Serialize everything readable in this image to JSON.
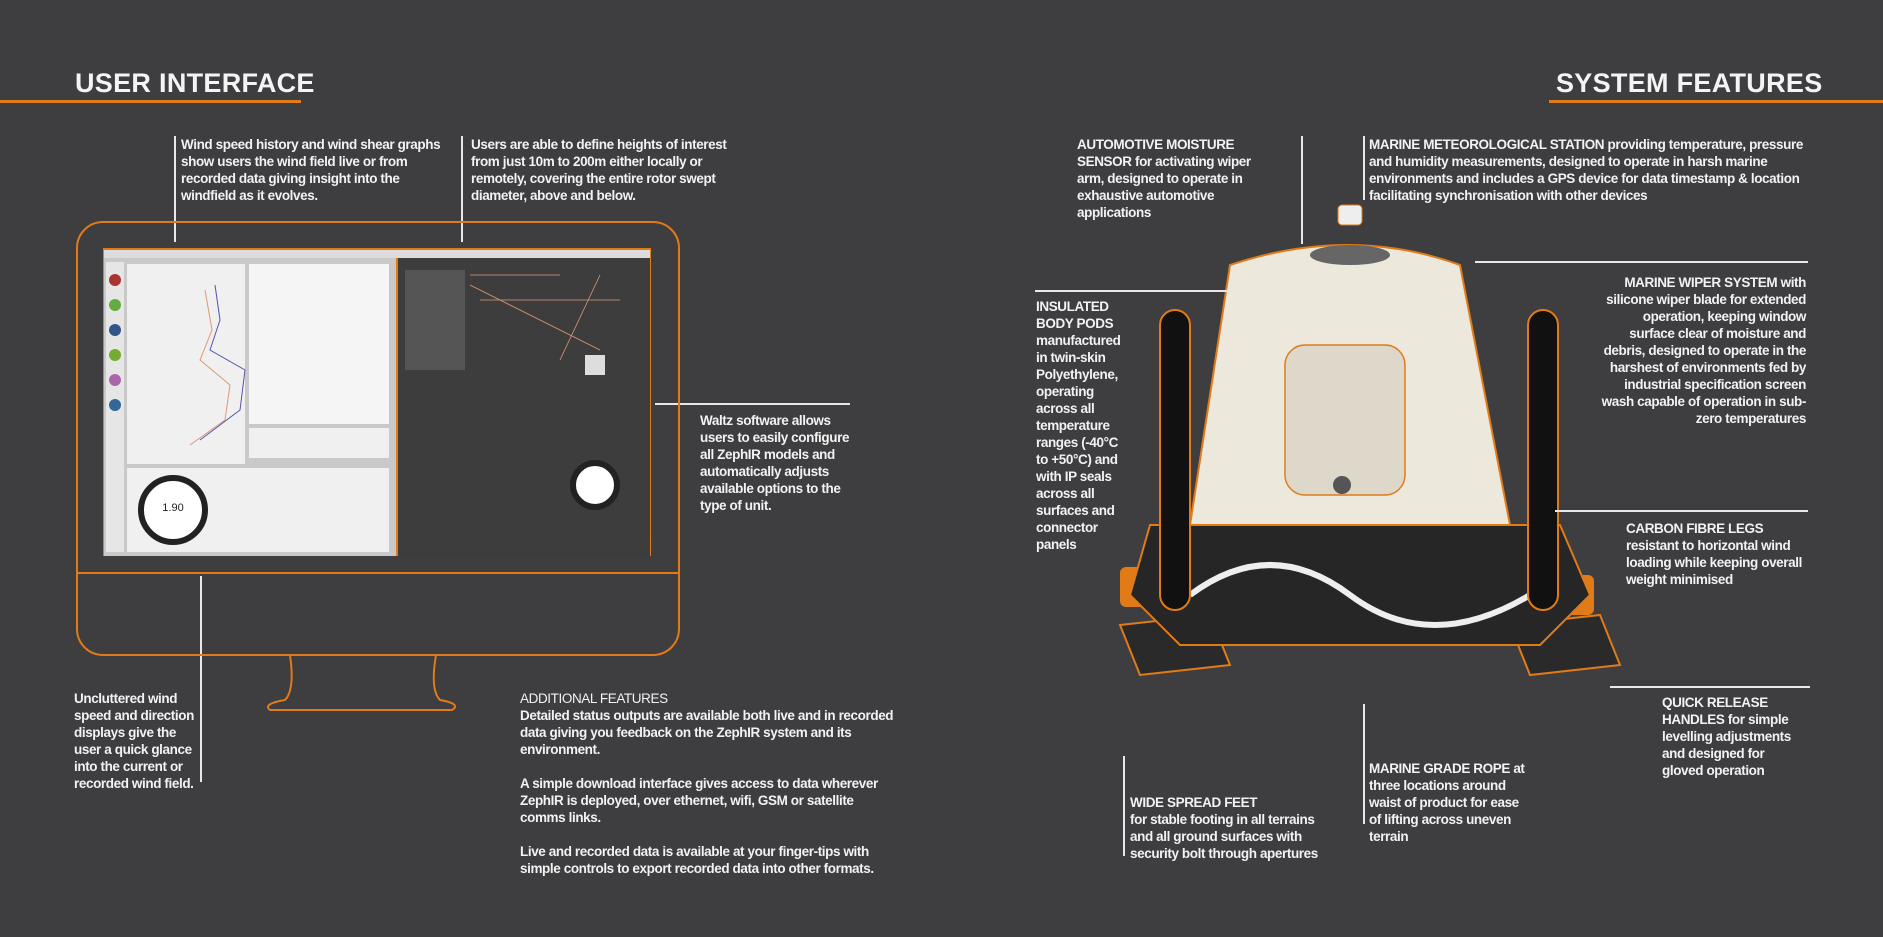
{
  "user_interface": {
    "heading": "USER INTERFACE",
    "wind_history": "Wind speed history and wind shear graphs show users the wind field live or from recorded data giving insight into the windfield as it evolves.",
    "heights": "Users are able to define heights of interest from just 10m to 200m either locally or remotely, covering the entire rotor swept diameter, above and below.",
    "waltz": "Waltz software allows users to easily configure all ZephIR models and automatically adjusts available options to the type of unit.",
    "uncluttered": "Uncluttered wind speed and direction displays give the user a quick glance into the current or recorded wind field.",
    "additional": {
      "heading": "ADDITIONAL FEATURES",
      "paragraphs": [
        "Detailed status outputs are available both live and in recorded data giving you feedback on the ZephIR system and its environment.",
        "A simple download interface gives access to data wherever ZephIR is deployed, over ethernet, wifi, GSM or satellite comms links.",
        "Live and recorded data is available at your finger-tips with simple controls to export recorded data into other formats."
      ]
    },
    "screen": {
      "dial_value": "1.90"
    }
  },
  "system_features": {
    "heading": "SYSTEM FEATURES",
    "moisture": {
      "title": "AUTOMOTIVE MOISTURE SENSOR",
      "text": "for activating wiper arm, designed to operate in exhaustive automotive applications"
    },
    "met_station": {
      "title": "MARINE METEOROLOGICAL STATION",
      "text": "providing temperature, pressure and humidity measurements, designed to operate in harsh marine environments and includes a GPS device for data timestamp & location facilitating synchronisation with other devices"
    },
    "body_pods": {
      "title": "INSULATED BODY PODS",
      "text": "manufactured in twin-skin Polyethylene, operating across all temperature ranges (-40°C to +50°C) and with IP seals across all surfaces and connector panels"
    },
    "wiper": {
      "title": "MARINE WIPER SYSTEM",
      "text": "with silicone wiper blade for extended operation, keeping window surface clear of moisture and debris, designed to operate in the harshest of environments fed by industrial specification screen wash capable of operation in sub-zero temperatures"
    },
    "legs": {
      "title": "CARBON FIBRE LEGS",
      "text": "resistant to horizontal wind loading while keeping overall weight minimised"
    },
    "handles": {
      "title": "QUICK RELEASE HANDLES",
      "text": "for simple levelling adjustments and designed for gloved operation"
    },
    "feet": {
      "title": "WIDE SPREAD FEET",
      "text": "for stable footing in all terrains and all ground surfaces with security bolt through apertures"
    },
    "rope": {
      "title": "MARINE GRADE ROPE",
      "text": "at three locations around waist of product for ease of lifting across uneven terrain"
    }
  },
  "colors": {
    "accent": "#e07b18",
    "background": "#3e3d3f"
  }
}
